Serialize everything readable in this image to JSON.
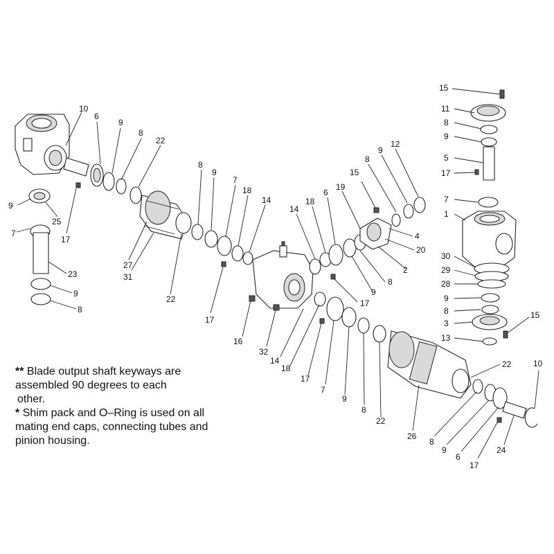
{
  "notes": [
    {
      "mark": "**",
      "lines": [
        "Blade output shaft keyways are",
        "assembled 90 degrees to each",
        "other."
      ]
    },
    {
      "mark": "*",
      "lines": [
        "Shim pack and O–Ring is used on all",
        "mating end caps, connecting tubes and",
        "pinion housing."
      ]
    }
  ],
  "callouts": [
    "10",
    "6",
    "9",
    "8",
    "22",
    "9",
    "25",
    "7",
    "17",
    "23",
    "9",
    "8",
    "27",
    "31",
    "8",
    "9",
    "7",
    "18",
    "14",
    "22",
    "17",
    "15",
    "12",
    "9",
    "8",
    "19",
    "6",
    "18",
    "14",
    "4",
    "20",
    "2",
    "8",
    "9",
    "17",
    "16",
    "32",
    "14",
    "18",
    "17",
    "7",
    "9",
    "8",
    "22",
    "26",
    "22",
    "10",
    "8",
    "9",
    "6",
    "17",
    "24",
    "15",
    "11",
    "8",
    "9",
    "5",
    "17",
    "7",
    "1",
    "30",
    "29",
    "28",
    "9",
    "8",
    "3",
    "15",
    "13"
  ]
}
